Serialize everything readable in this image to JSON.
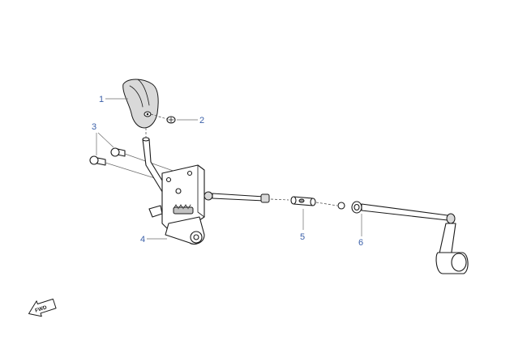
{
  "diagram": {
    "callouts": [
      {
        "id": 1,
        "label": "1"
      },
      {
        "id": 2,
        "label": "2"
      },
      {
        "id": 3,
        "label": "3"
      },
      {
        "id": 4,
        "label": "4"
      },
      {
        "id": 5,
        "label": "5"
      },
      {
        "id": 6,
        "label": "6"
      }
    ],
    "direction_badge": {
      "text": "FWD",
      "icon": "fwd-arrow-icon"
    },
    "colors": {
      "callout": "#3a5fa8",
      "ink": "#1a1a1a",
      "shade": "#d9d9d9"
    }
  }
}
